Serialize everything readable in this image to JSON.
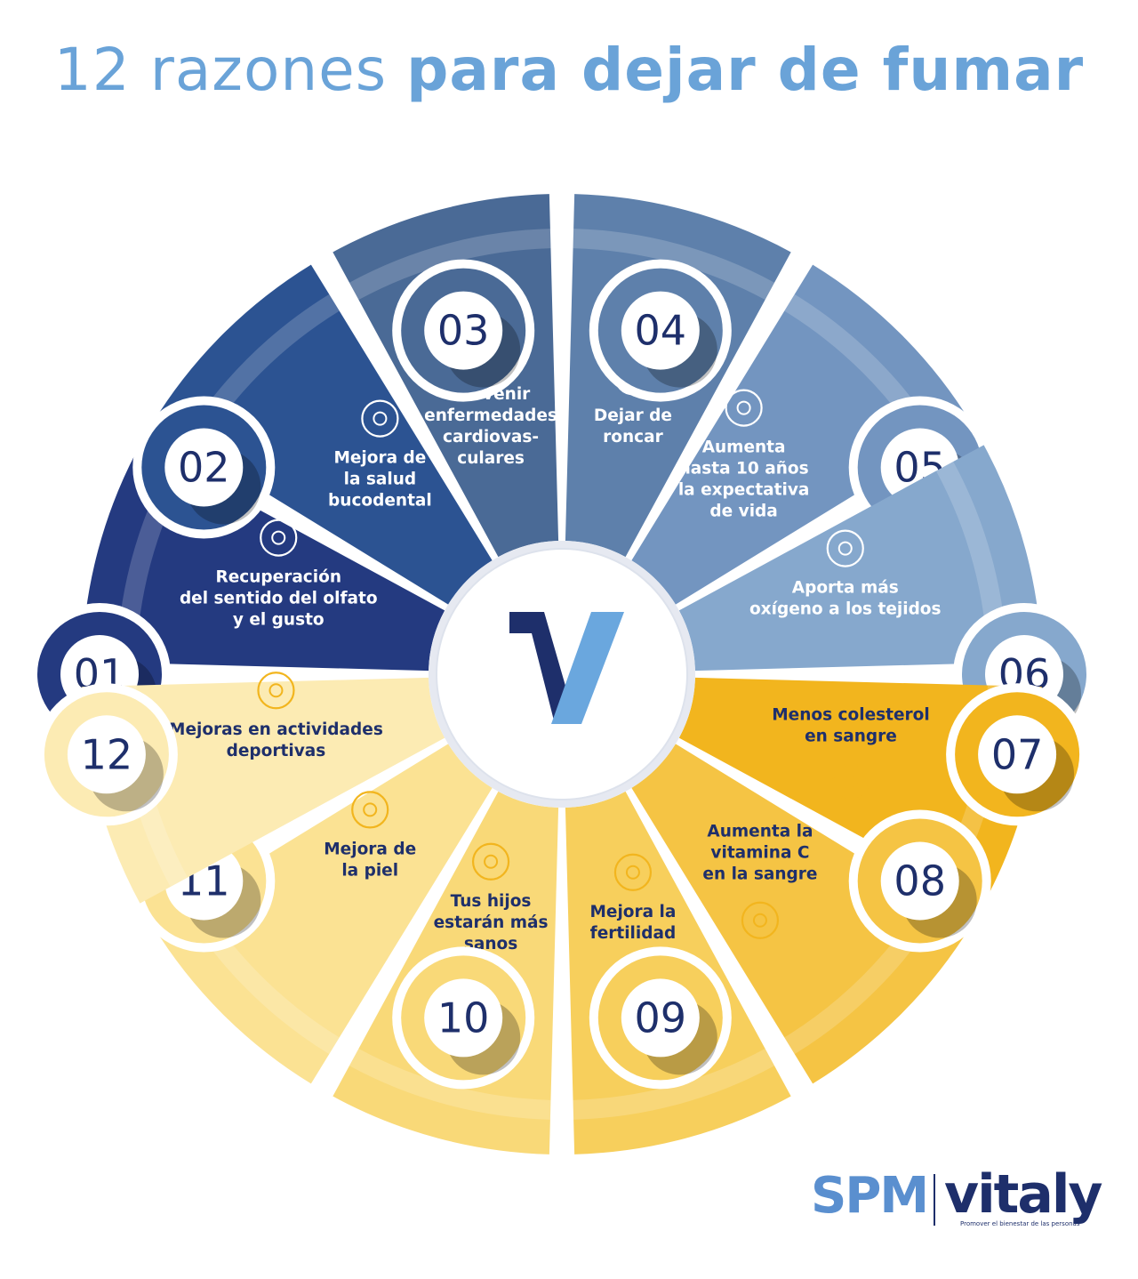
{
  "title": {
    "light": "12 razones",
    "bold": "para dejar de fumar"
  },
  "center_logo": "vitaly-v-logo",
  "segments": [
    {
      "number": "01",
      "lines": [
        "Recuperación",
        "del sentido del olfato",
        "y el gusto"
      ],
      "icon": "dinner-plate-icon",
      "color": "#243a80",
      "text_color": "#ffffff"
    },
    {
      "number": "02",
      "lines": [
        "Mejora de",
        "la salud",
        "bucodental"
      ],
      "icon": "tooth-icon",
      "color": "#2c5392",
      "text_color": "#ffffff"
    },
    {
      "number": "03",
      "lines": [
        "Prevenir",
        "enfermedades",
        "cardiovas-",
        "culares"
      ],
      "icon": "heart-organ-icon",
      "color": "#4a6a96",
      "text_color": "#ffffff"
    },
    {
      "number": "04",
      "lines": [
        "Dejar de",
        "roncar"
      ],
      "icon": "moon-sleep-icon",
      "color": "#5e80ab",
      "text_color": "#ffffff"
    },
    {
      "number": "05",
      "lines": [
        "Aumenta",
        "hasta 10 años",
        "la expectativa",
        "de vida"
      ],
      "icon": "woman-flower-icon",
      "color": "#7395c0",
      "text_color": "#ffffff"
    },
    {
      "number": "06",
      "lines": [
        "Aporta más",
        "oxígeno a los tejidos"
      ],
      "icon": "heart-person-icon",
      "color": "#86a8cd",
      "text_color": "#ffffff"
    },
    {
      "number": "07",
      "lines": [
        "Menos colesterol",
        "en sangre"
      ],
      "icon": "stopwatch-heart-icon",
      "color": "#f2b51e",
      "text_color": "#1e2f6b"
    },
    {
      "number": "08",
      "lines": [
        "Aumenta la",
        "vitamina C",
        "en la sangre"
      ],
      "icon": "vitamin-c-icon",
      "color": "#f5c444",
      "text_color": "#1e2f6b"
    },
    {
      "number": "09",
      "lines": [
        "Mejora la",
        "fertilidad"
      ],
      "icon": "fertility-icon",
      "color": "#f7cf5c",
      "text_color": "#1e2f6b"
    },
    {
      "number": "10",
      "lines": [
        "Tus hijos",
        "estarán más",
        "sanos"
      ],
      "icon": "family-icon",
      "color": "#f9d978",
      "text_color": "#1e2f6b"
    },
    {
      "number": "11",
      "lines": [
        "Mejora de",
        "la piel"
      ],
      "icon": "face-skin-icon",
      "color": "#fbe293",
      "text_color": "#1e2f6b"
    },
    {
      "number": "12",
      "lines": [
        "Mejoras en actividades",
        "deportivas"
      ],
      "icon": "exercise-icon",
      "color": "#fcebb3",
      "text_color": "#1e2f6b"
    }
  ],
  "brand": {
    "spm": "SPM",
    "vitaly": "vitaly",
    "tagline": "Promover el bienestar de las personas"
  }
}
